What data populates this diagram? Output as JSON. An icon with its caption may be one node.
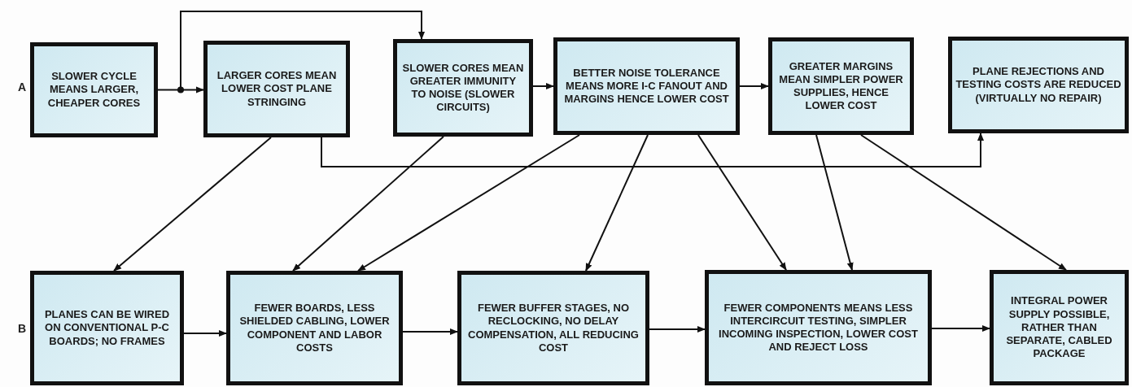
{
  "diagram": {
    "nodes": [
      {
        "text": [
          "SLOWER CYCLE MEANS LARGER, CHEAPER CORES"
        ]
      },
      {
        "text": [
          "LARGER CORES MEAN LOWER COST PLANE STRINGING"
        ]
      },
      {
        "text": [
          "SLOWER CORES MEAN GREATER IMMUNITY TO NOISE (SLOWER CIRCUITS)"
        ]
      },
      {
        "text": [
          "BETTER NOISE TOLERANCE MEANS MORE I-C FANOUT AND MARGINS HENCE LOWER COST"
        ]
      },
      {
        "text": [
          "GREATER MARGINS MEAN SIMPLER POWER SUPPLIES, HENCE LOWER COST"
        ]
      },
      {
        "text": [
          "PLANE REJECTIONS AND TESTING COSTS ARE REDUCED (VIRTUALLY NO REPAIR)"
        ]
      },
      {
        "text": [
          "PLANES CAN BE WIRED ON CONVENTIONAL P-C BOARDS; NO FRAMES"
        ]
      },
      {
        "text": [
          "FEWER BOARDS, LESS SHIELDED CABLING, LOWER COMPONENT AND LABOR COSTS"
        ]
      },
      {
        "text": [
          "FEWER BUFFER STAGES, NO RECLOCKING, NO DELAY COMPENSATION, ALL REDUCING COST"
        ]
      },
      {
        "text": [
          "FEWER COMPONENTS MEANS LESS INTERCIRCUIT TESTING, SIMPLER INCOMING INSPECTION, LOWER COST AND REJECT LOSS"
        ]
      },
      {
        "text": [
          "INTEGRAL POWER SUPPLY POSSIBLE, RATHER THAN SEPARATE, CABLED PACKAGE"
        ]
      }
    ],
    "edges": [
      {
        "from": 0,
        "to": 1,
        "arrow": "to"
      },
      {
        "from": 0,
        "to": 2,
        "arrow": "to"
      },
      {
        "from": 2,
        "to": 3,
        "arrow": "to"
      },
      {
        "from": 3,
        "to": 4,
        "arrow": "to"
      },
      {
        "from": 1,
        "to": 5,
        "arrow": "to"
      },
      {
        "from": 1,
        "to": 6,
        "arrow": "to"
      },
      {
        "from": 2,
        "to": 7,
        "arrow": "to"
      },
      {
        "from": 3,
        "to": 7,
        "arrow": "to"
      },
      {
        "from": 3,
        "to": 8,
        "arrow": "to"
      },
      {
        "from": 3,
        "to": 9,
        "arrow": "to"
      },
      {
        "from": 4,
        "to": 9,
        "arrow": "to"
      },
      {
        "from": 4,
        "to": 10,
        "arrow": "to"
      },
      {
        "from": 6,
        "to": 7,
        "arrow": "to"
      },
      {
        "from": 7,
        "to": 8,
        "arrow": "to"
      },
      {
        "from": 8,
        "to": 9,
        "arrow": "to"
      },
      {
        "from": 9,
        "to": 10,
        "arrow": "to"
      }
    ],
    "labels": [
      "A",
      "B"
    ]
  }
}
